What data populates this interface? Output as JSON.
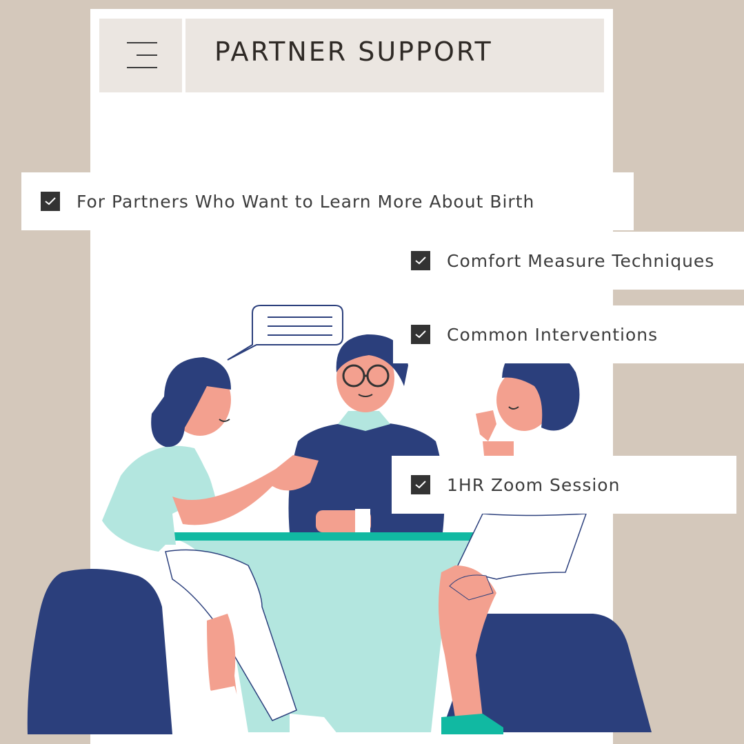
{
  "header": {
    "menu_icon": "hamburger-icon",
    "title": "PARTNER SUPPORT"
  },
  "checklist": [
    {
      "label": "For Partners Who Want to Learn More About Birth",
      "checked": true
    },
    {
      "label": "Comfort Measure Techniques",
      "checked": true
    },
    {
      "label": "Common Interventions",
      "checked": true
    },
    {
      "label": "1HR Zoom Session",
      "checked": true
    }
  ],
  "colors": {
    "background": "#d4c8bb",
    "panel": "#ffffff",
    "header": "#ebe6e1",
    "navy": "#2b3f7c",
    "mint": "#b3e6df",
    "teal": "#11b9a2",
    "skin": "#f3a08f",
    "checkbox": "#333333"
  }
}
